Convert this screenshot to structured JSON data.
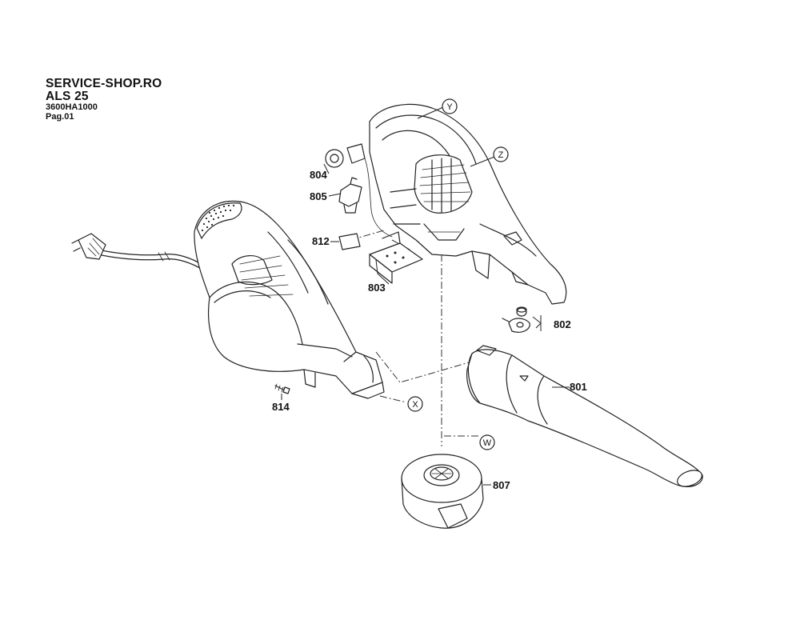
{
  "header": {
    "shop": "SERVICE-SHOP.RO",
    "model": "ALS 25",
    "code": "3600HA1000",
    "page": "Pag.01"
  },
  "parts": {
    "p801": "801",
    "p802": "802",
    "p803": "803",
    "p804": "804",
    "p805": "805",
    "p807": "807",
    "p812": "812",
    "p814": "814"
  },
  "refs": {
    "w": "W",
    "x": "X",
    "y": "Y",
    "z": "Z"
  }
}
